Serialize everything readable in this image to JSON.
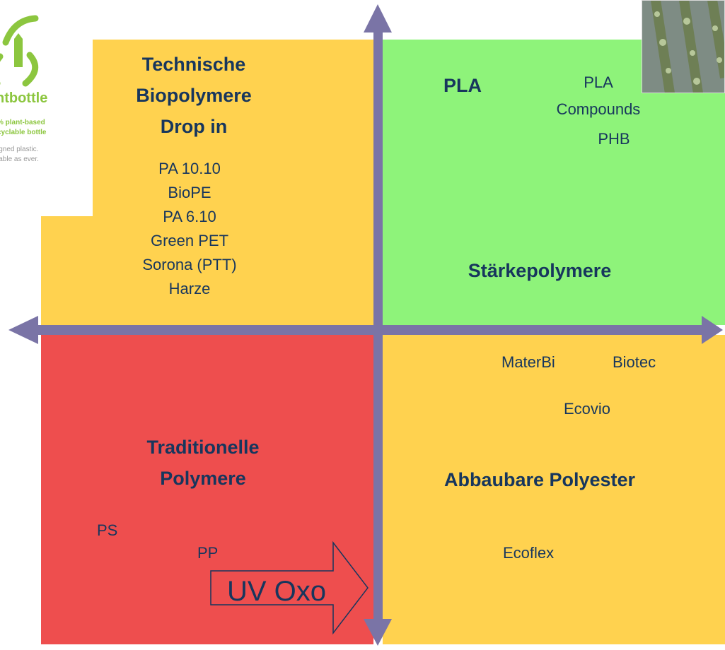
{
  "colors": {
    "yellow": "#FFD24F",
    "green": "#8EF37A",
    "red": "#EE4E4E",
    "axis": "#7A74A6",
    "text": "#17365D"
  },
  "top_left": {
    "heading": [
      "Technische",
      "Biopolymere",
      "Drop in"
    ],
    "items": [
      "PA 10.10",
      "BioPE",
      "PA 6.10",
      "Green PET",
      "Sorona (PTT)",
      "Harze"
    ]
  },
  "top_right": {
    "heading": "PLA",
    "items": [
      "PLA",
      "Compounds",
      "PHB"
    ],
    "footer": "Stärkepolymere"
  },
  "bottom_left": {
    "heading": [
      "Traditionelle",
      "Polymere"
    ],
    "items": [
      "PS",
      "PP"
    ]
  },
  "bottom_right": {
    "items": [
      "MaterBi",
      "Biotec",
      "Ecovio",
      "Ecoflex"
    ],
    "heading": "Abbaubare Polyester"
  },
  "uv_arrow": {
    "label": "UV Oxo"
  },
  "logo": {
    "lines": [
      "ntbottle",
      "% plant-based",
      "cyclable bottle",
      "igned plastic.",
      "lable as ever."
    ]
  }
}
